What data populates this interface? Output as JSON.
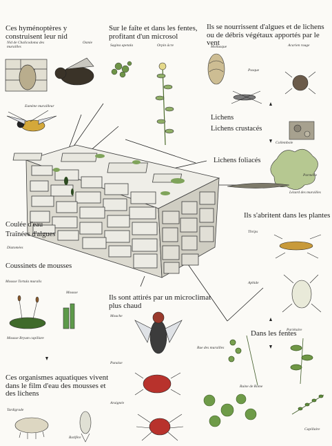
{
  "headings": {
    "nest": "Ces hyménoptères y construisent leur nid",
    "ridge": "Sur le faîte et dans les fentes, profitant d'un microsol",
    "feed": "Ils se nourrissent d'algues et de lichens ou de débris végétaux apportés par le vent",
    "plants": "Ils s'abritent dans les plantes",
    "microclimate": "Ils sont attirés par un microclimat plus chaud",
    "cracks": "Dans les fentes",
    "aquatic": "Ces organismes aquatiques vivent dans le film d'eau des mousses et des lichens"
  },
  "labels": {
    "lichens": "Lichens",
    "lichens_crustaces": "Lichens crustacés",
    "lichens_folaces": "Lichens foliacés",
    "coulee": "Coulée d'eau",
    "trainees": "Traînées d'algues",
    "coussinets": "Coussinets de mousses"
  },
  "species": {
    "nest_left": "Nid de Chalicodoma des murailles",
    "nest_right": "Osmie",
    "eumene": "Eumène murailleur",
    "sagina": "Sagina apetala",
    "orpin": "Orpin âcre",
    "mollusque": "Mollusque",
    "psoque": "Psoque",
    "acarien": "Acarien rouge",
    "collembole": "Collembole",
    "parmelie": "Parmélie",
    "lezard": "Lézard des murailles",
    "thrips": "Thrips",
    "aphide": "Aphide",
    "diatomees": "Diatomées",
    "mousse_velue": "Mousse Tortula muralis",
    "mousse_capsule": "Mousse",
    "mousse_grimpante": "Mousse Bryum capillare",
    "mouche": "Mouche",
    "punaise": "Punaise",
    "araignee": "Araignée",
    "rue": "Rue des murailles",
    "pariétaire": "Pariétaire",
    "ruine": "Ruine de Rome",
    "capillaire": "Capillaire",
    "rotifere": "Rotifère",
    "tardigrade": "Tardigrade"
  },
  "colors": {
    "ink": "#1d1d1d",
    "paper": "#fbfaf6",
    "stone": "#e4e2d8",
    "moss": "#5f8c3c",
    "lichen": "#9bb76e",
    "bug_red": "#b8322c"
  }
}
